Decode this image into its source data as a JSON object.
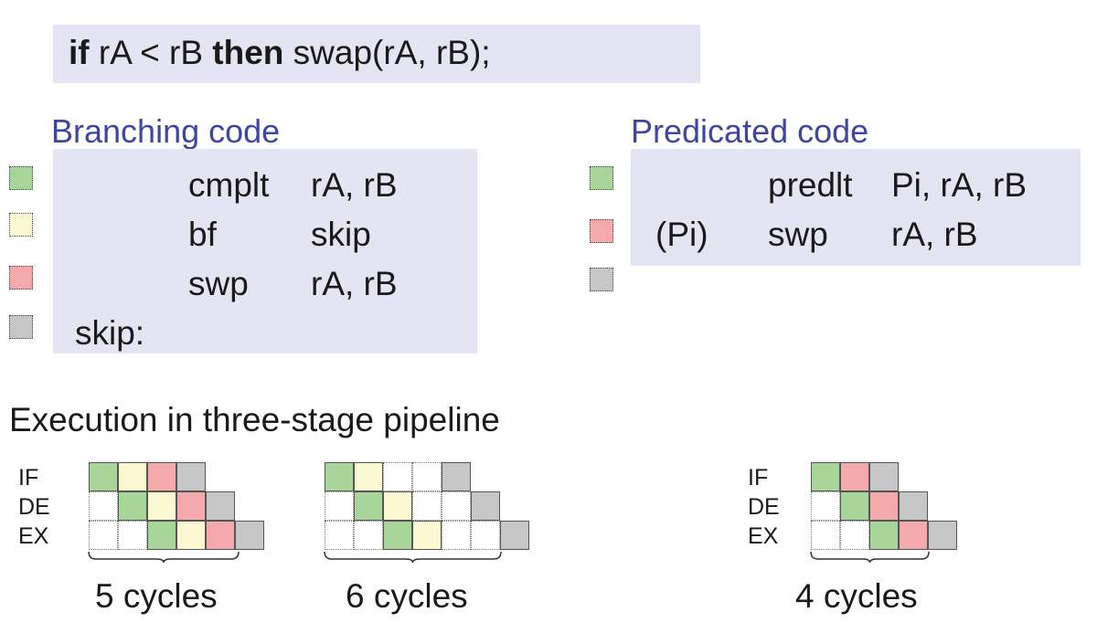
{
  "colors": {
    "green": "#a7d59a",
    "yellow": "#fbf8d2",
    "red": "#f4aaab",
    "gray": "#c6c6c6",
    "empty": "#ffffff",
    "box": "#e4e4f2",
    "heading": "#3d47a0"
  },
  "condition": {
    "kw_if": "if",
    "part1": " rA < rB ",
    "kw_then": "then",
    "part2": " swap(rA, rB);"
  },
  "branching": {
    "title": "Branching code",
    "lines": [
      {
        "marker": "green",
        "label": "",
        "op": "cmplt",
        "args": "rA, rB"
      },
      {
        "marker": "yellow",
        "label": "",
        "op": "bf",
        "args": "skip"
      },
      {
        "marker": "red",
        "label": "",
        "op": "swp",
        "args": "rA, rB"
      },
      {
        "marker": "gray",
        "label": "skip:",
        "op": "",
        "args": ""
      }
    ]
  },
  "predicated": {
    "title": "Predicated code",
    "lines": [
      {
        "marker": "green",
        "pred": "",
        "op": "predlt",
        "args": "Pi, rA, rB"
      },
      {
        "marker": "red",
        "pred": "(Pi)",
        "op": "swp",
        "args": "rA, rB"
      },
      {
        "marker": "gray",
        "pred": "",
        "op": "",
        "args": ""
      }
    ]
  },
  "pipeline": {
    "title": "Execution in three-stage pipeline",
    "stages": [
      "IF",
      "DE",
      "EX"
    ],
    "diagrams": [
      {
        "cycles_label": "5 cycles",
        "show_stage_labels": true,
        "rows": [
          [
            "green",
            "yellow",
            "red",
            "gray"
          ],
          [
            "empty",
            "green",
            "yellow",
            "red",
            "gray"
          ],
          [
            "empty",
            "empty",
            "green",
            "yellow",
            "red",
            "gray"
          ]
        ]
      },
      {
        "cycles_label": "6 cycles",
        "show_stage_labels": false,
        "rows": [
          [
            "green",
            "yellow",
            "empty",
            "empty",
            "gray"
          ],
          [
            "empty",
            "green",
            "yellow",
            "empty",
            "empty",
            "gray"
          ],
          [
            "empty",
            "empty",
            "green",
            "yellow",
            "empty",
            "empty",
            "gray"
          ]
        ]
      },
      {
        "cycles_label": "4 cycles",
        "show_stage_labels": true,
        "rows": [
          [
            "green",
            "red",
            "gray"
          ],
          [
            "empty",
            "green",
            "red",
            "gray"
          ],
          [
            "empty",
            "empty",
            "green",
            "red",
            "gray"
          ]
        ]
      }
    ]
  }
}
